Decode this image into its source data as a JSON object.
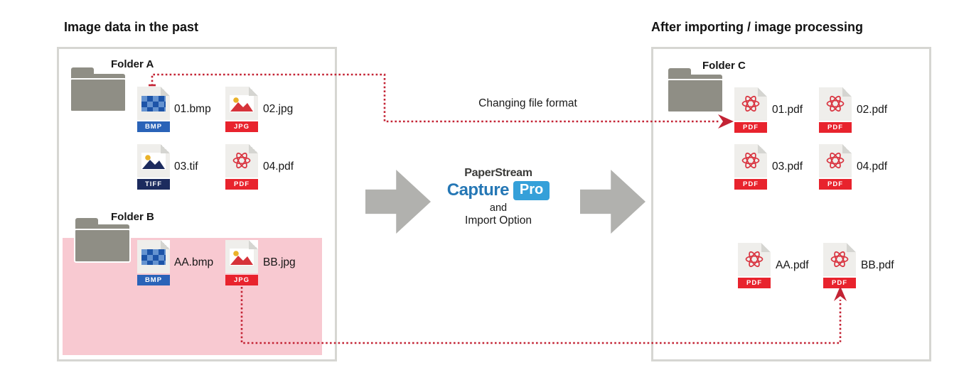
{
  "left_panel": {
    "title": "Image data in the past",
    "folder_a": {
      "label": "Folder A",
      "files": [
        {
          "name": "01.bmp",
          "badge": "BMP",
          "type": "bmp"
        },
        {
          "name": "02.jpg",
          "badge": "JPG",
          "type": "jpg"
        },
        {
          "name": "03.tif",
          "badge": "TIFF",
          "type": "tif"
        },
        {
          "name": "04.pdf",
          "badge": "PDF",
          "type": "pdf"
        }
      ]
    },
    "folder_b": {
      "label": "Folder B",
      "files": [
        {
          "name": "AA.bmp",
          "badge": "BMP",
          "type": "bmp"
        },
        {
          "name": "BB.jpg",
          "badge": "JPG",
          "type": "jpg"
        }
      ]
    }
  },
  "middle": {
    "annotation": "Changing file format",
    "logo_line1": "PaperStream",
    "logo_capture": "Capture",
    "logo_pro": "Pro",
    "logo_and": "and",
    "logo_import": "Import Option"
  },
  "right_panel": {
    "title": "After importing / image processing",
    "folder_c": {
      "label": "Folder C",
      "files": [
        {
          "name": "01.pdf",
          "badge": "PDF",
          "type": "pdf"
        },
        {
          "name": "02.pdf",
          "badge": "PDF",
          "type": "pdf"
        },
        {
          "name": "03.pdf",
          "badge": "PDF",
          "type": "pdf"
        },
        {
          "name": "04.pdf",
          "badge": "PDF",
          "type": "pdf"
        },
        {
          "name": "AA.pdf",
          "badge": "PDF",
          "type": "pdf"
        },
        {
          "name": "BB.pdf",
          "badge": "PDF",
          "type": "pdf"
        }
      ]
    }
  },
  "colors": {
    "dotted_arrow": "#c32334",
    "pink_highlight": "#f8c9d1",
    "gray_arrow": "#b1b1ae",
    "folder_gray": "#8f8e85",
    "badge_bmp": "#2a63b8",
    "badge_jpg": "#e8232d",
    "badge_tiff": "#1c2b5e",
    "badge_pdf": "#e8232d",
    "capture_blue": "#2577b5",
    "pro_badge_bg": "#35a0d9"
  }
}
